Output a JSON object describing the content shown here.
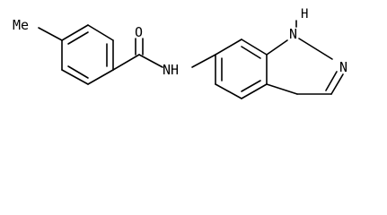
{
  "molecule": {
    "labels": {
      "methyl": "Me",
      "carbonyl_oxygen": "O",
      "amide_nh": "NH",
      "ring_nh": "H",
      "ring_n1": "N",
      "ring_n2": "N"
    },
    "colors": {
      "bond": "#000000",
      "text": "#000000",
      "background": "#ffffff"
    }
  }
}
